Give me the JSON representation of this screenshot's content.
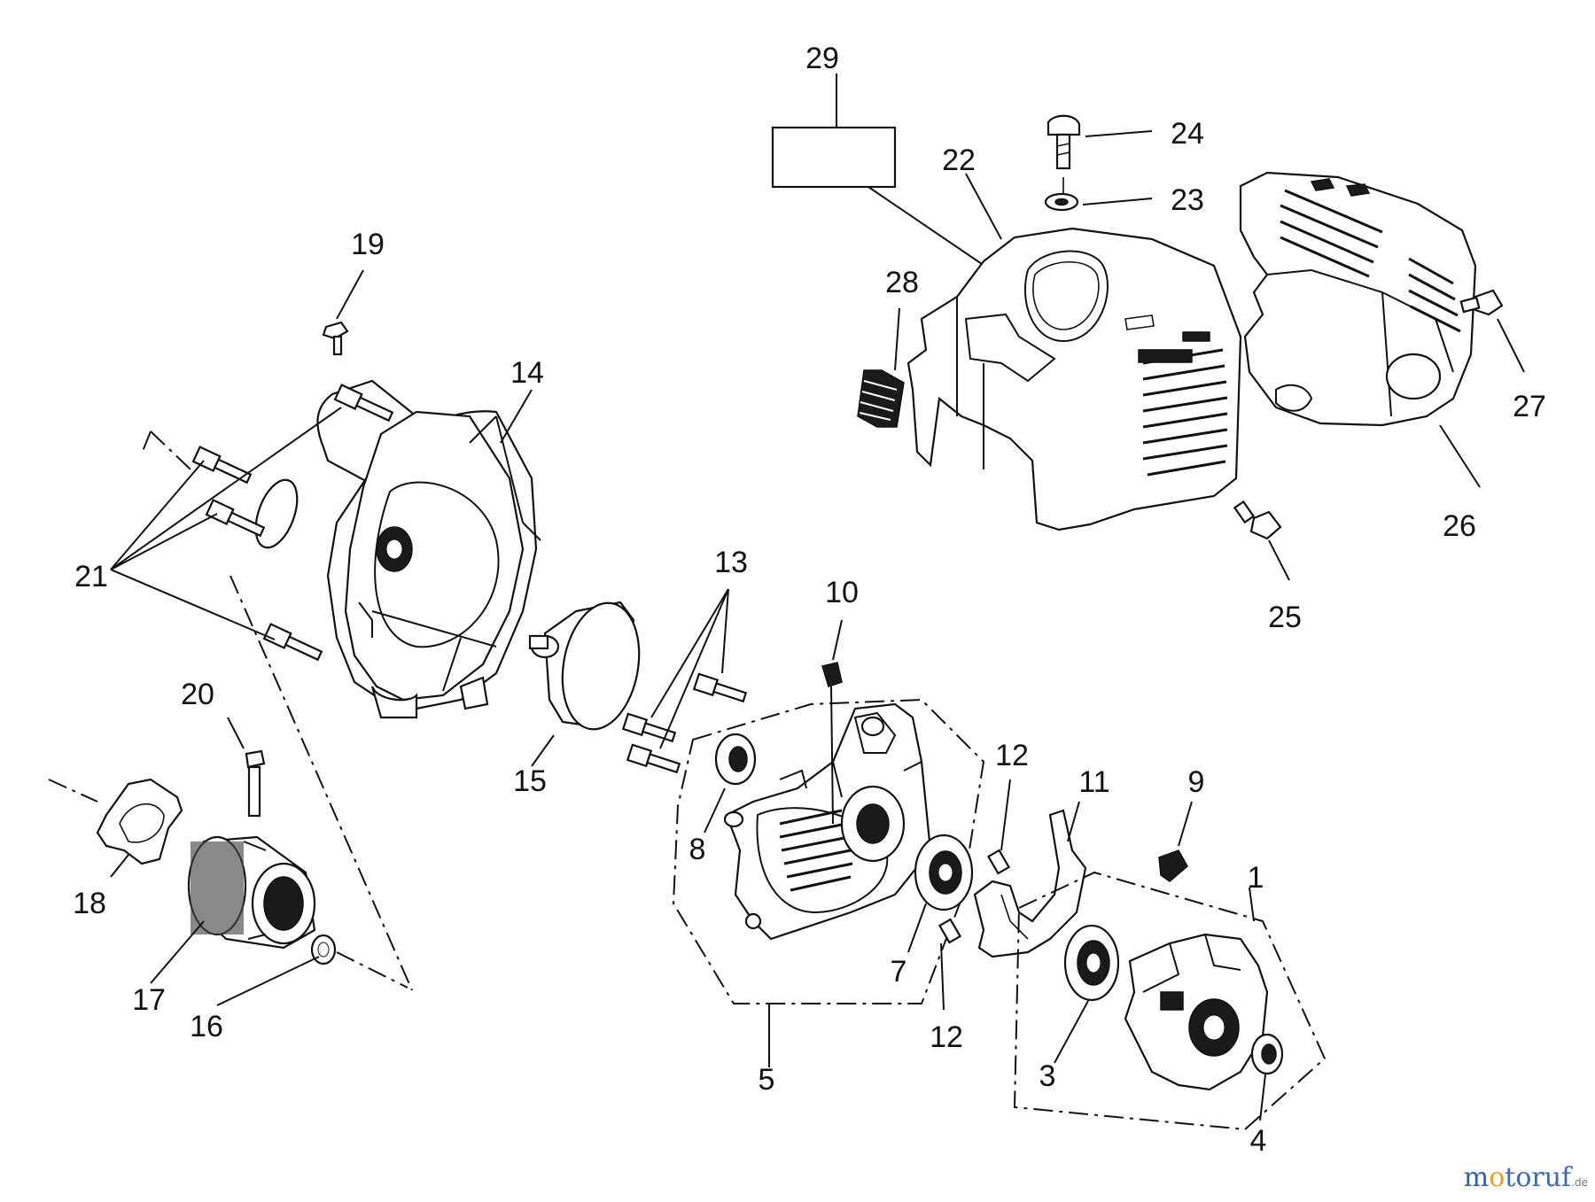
{
  "diagram": {
    "callouts": {
      "n1": "1",
      "n3": "3",
      "n4": "4",
      "n5": "5",
      "n7": "7",
      "n8": "8",
      "n9": "9",
      "n10": "10",
      "n11": "11",
      "n12a": "12",
      "n12b": "12",
      "n13": "13",
      "n14": "14",
      "n15": "15",
      "n16": "16",
      "n17": "17",
      "n18": "18",
      "n19": "19",
      "n20": "20",
      "n21": "21",
      "n22": "22",
      "n23": "23",
      "n24": "24",
      "n25": "25",
      "n26": "26",
      "n27": "27",
      "n28": "28",
      "n29": "29"
    }
  },
  "watermark": {
    "m": "m",
    "o": "o",
    "rest": "toruf",
    "suffix": ".de"
  }
}
